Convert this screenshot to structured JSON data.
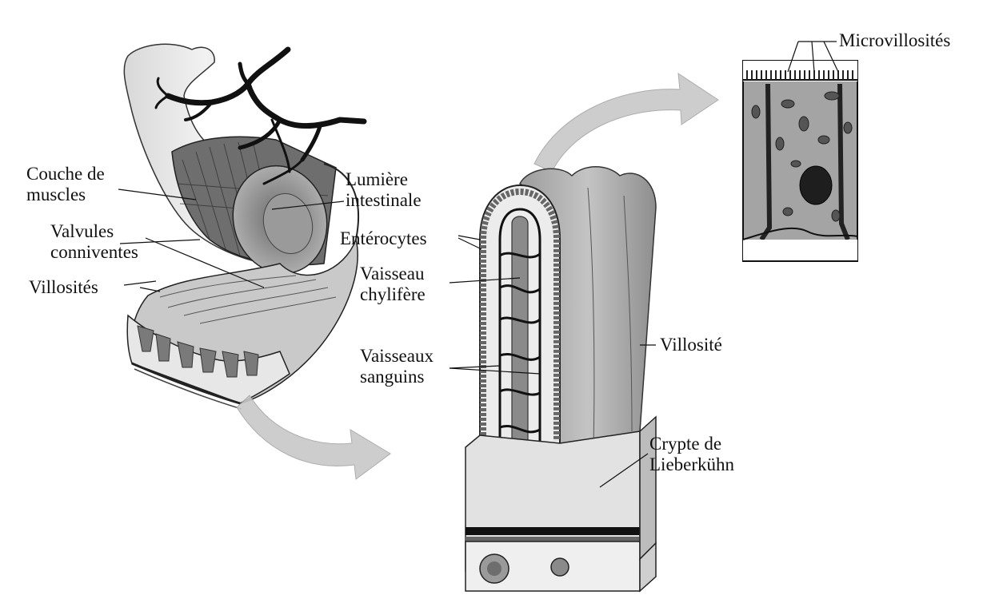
{
  "labels": {
    "couche_de_muscles": [
      "Couche de",
      "muscles"
    ],
    "valvules_conniventes": [
      "Valvules",
      "conniventes"
    ],
    "villosites": "Villosités",
    "lumiere_intestinale": [
      "Lumière",
      "intestinale"
    ],
    "enterocytes": "Entérocytes",
    "vaisseau_chylifere": [
      "Vaisseau",
      "chylifère"
    ],
    "vaisseaux_sanguins": [
      "Vaisseaux",
      "sanguins"
    ],
    "villosite": "Villosité",
    "crypte_de_lieberkuhn": [
      "Crypte de",
      "Lieberkühn"
    ],
    "microvillosites": "Microvillosités"
  }
}
